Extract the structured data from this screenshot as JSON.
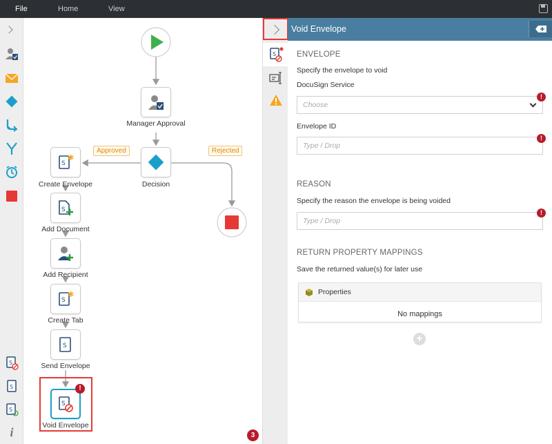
{
  "menu": {
    "file": "File",
    "home": "Home",
    "view": "View"
  },
  "toolbox": {
    "icons": [
      "user-task-icon",
      "email-icon",
      "decision-icon",
      "split-icon",
      "merge-icon",
      "timer-icon",
      "end-icon"
    ],
    "bottom_icons": [
      "void-envelope-icon",
      "envelope-icon",
      "refresh-envelope-icon",
      "info-icon"
    ],
    "info_label": "i"
  },
  "flow": {
    "nodes": {
      "manager_approval": "Manager Approval",
      "decision": "Decision",
      "create_envelope": "Create Envelope",
      "add_document": "Add Document",
      "add_recipient": "Add Recipient",
      "create_tab": "Create Tab",
      "send_envelope": "Send Envelope",
      "void_envelope": "Void Envelope"
    },
    "branches": {
      "approved": "Approved",
      "rejected": "Rejected"
    },
    "error_mark": "!",
    "error_count": "3"
  },
  "panel": {
    "title": "Void Envelope",
    "envelope_section": "ENVELOPE",
    "envelope_desc": "Specify the envelope to void",
    "service_label": "DocuSign Service",
    "service_placeholder": "Choose",
    "envelope_id_label": "Envelope ID",
    "envelope_id_placeholder": "Type / Drop",
    "reason_section": "REASON",
    "reason_desc": "Specify the reason the envelope is being voided",
    "reason_placeholder": "Type / Drop",
    "return_section": "RETURN PROPERTY MAPPINGS",
    "return_desc": "Save the returned value(s) for later use",
    "properties_label": "Properties",
    "no_mappings": "No mappings",
    "add_label": "+",
    "req_mark": "!"
  },
  "colors": {
    "accent": "#4a7ea0",
    "start": "#3fb04f",
    "decision": "#1aa0c8",
    "end": "#e53935",
    "error": "#b71c2a"
  }
}
